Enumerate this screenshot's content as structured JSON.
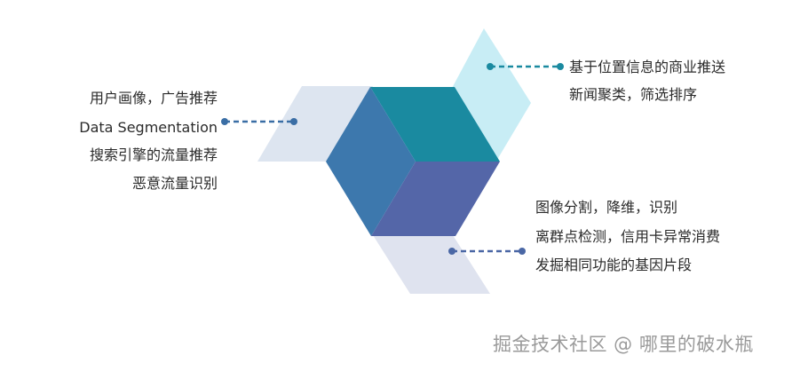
{
  "colors": {
    "top_face": "#1a8aa0",
    "left_face": "#3d78ad",
    "right_face": "#5466a8",
    "panel_left": "#dde5f0",
    "panel_right_top": "#c8edf5",
    "panel_bottom": "#dfe3ef",
    "connector_left": "#3a6ea5",
    "connector_top": "#1a8aa0",
    "connector_bottom": "#4a67a5"
  },
  "groups": {
    "left": {
      "lines": [
        "用户画像，广告推荐",
        "Data Segmentation",
        "搜索引擎的流量推荐",
        "恶意流量识别"
      ]
    },
    "top_right": {
      "lines": [
        "基于位置信息的商业推送",
        "新闻聚类，筛选排序"
      ]
    },
    "bottom_right": {
      "lines": [
        "图像分割，降维，识别",
        "离群点检测，信用卡异常消费",
        "发掘相同功能的基因片段"
      ]
    }
  },
  "watermark": "掘金技术社区 @ 哪里的破水瓶"
}
